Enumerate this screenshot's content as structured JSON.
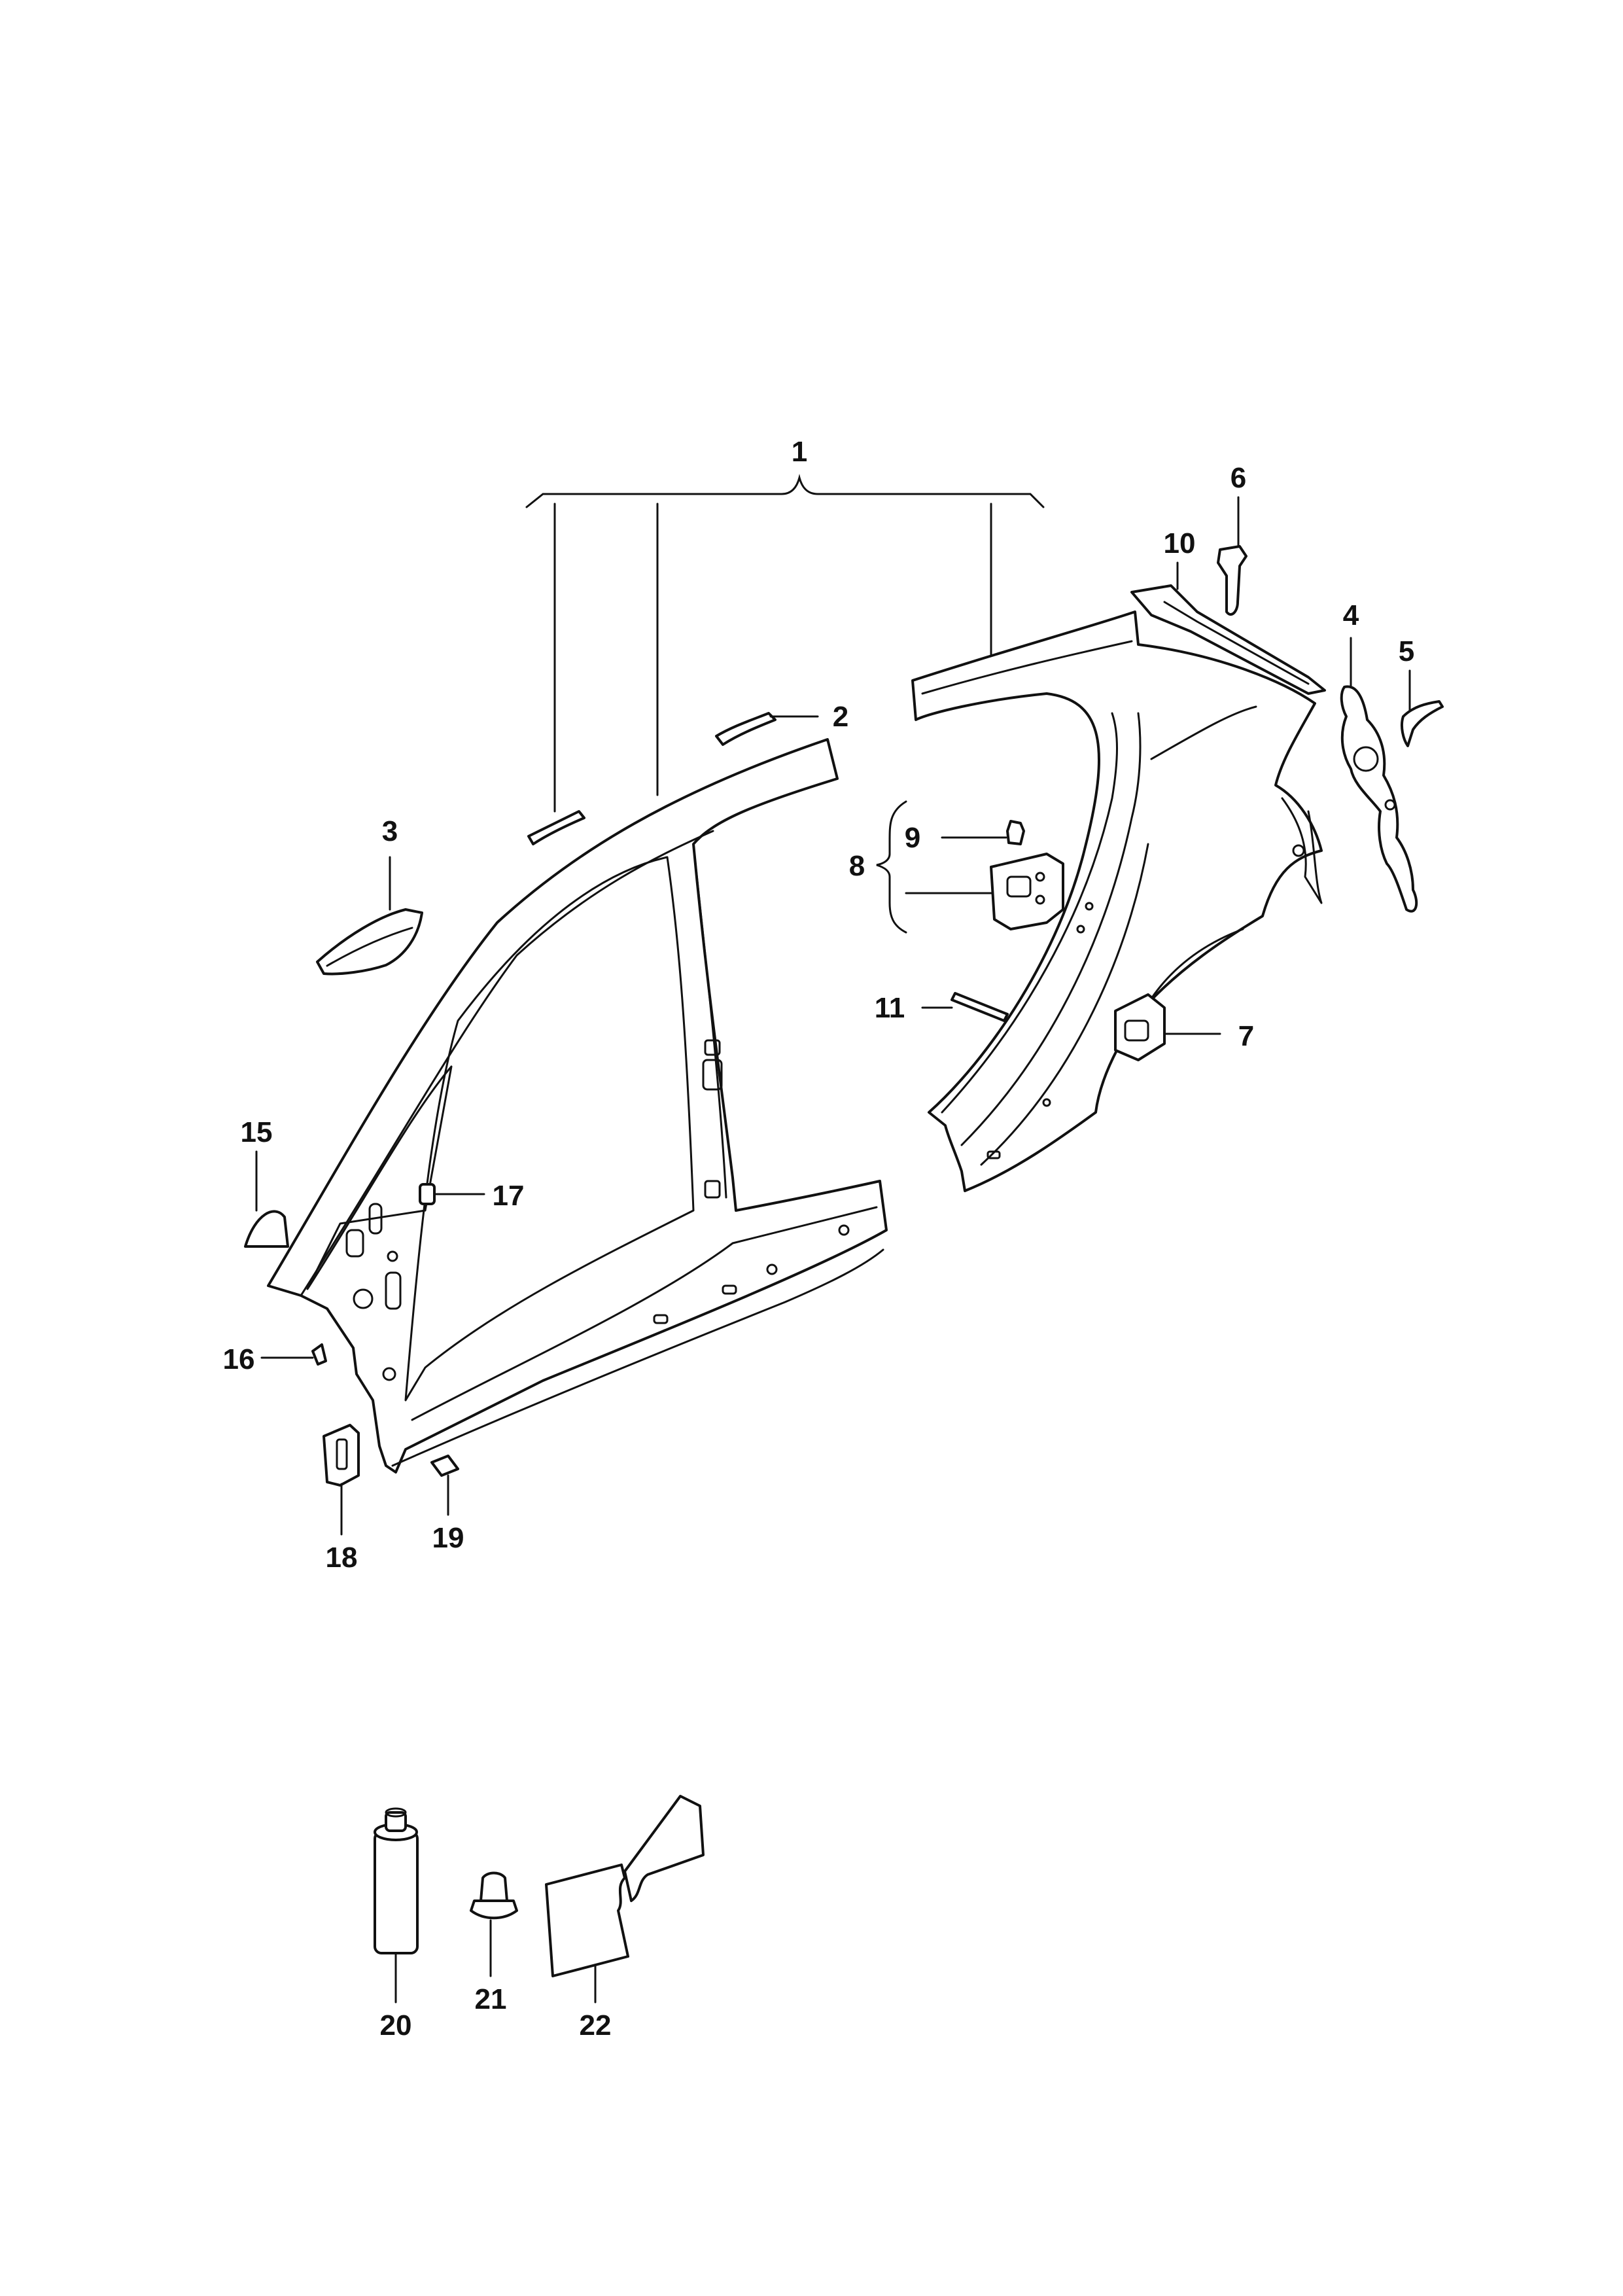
{
  "callouts": {
    "c1": "1",
    "c2": "2",
    "c3": "3",
    "c4": "4",
    "c5": "5",
    "c6": "6",
    "c7": "7",
    "c8": "8",
    "c9": "9",
    "c10": "10",
    "c11": "11",
    "c15": "15",
    "c16": "16",
    "c17": "17",
    "c18": "18",
    "c19": "19",
    "c20": "20",
    "c21": "21",
    "c22": "22"
  },
  "colors": {
    "line": "#111111",
    "background": "#ffffff"
  }
}
